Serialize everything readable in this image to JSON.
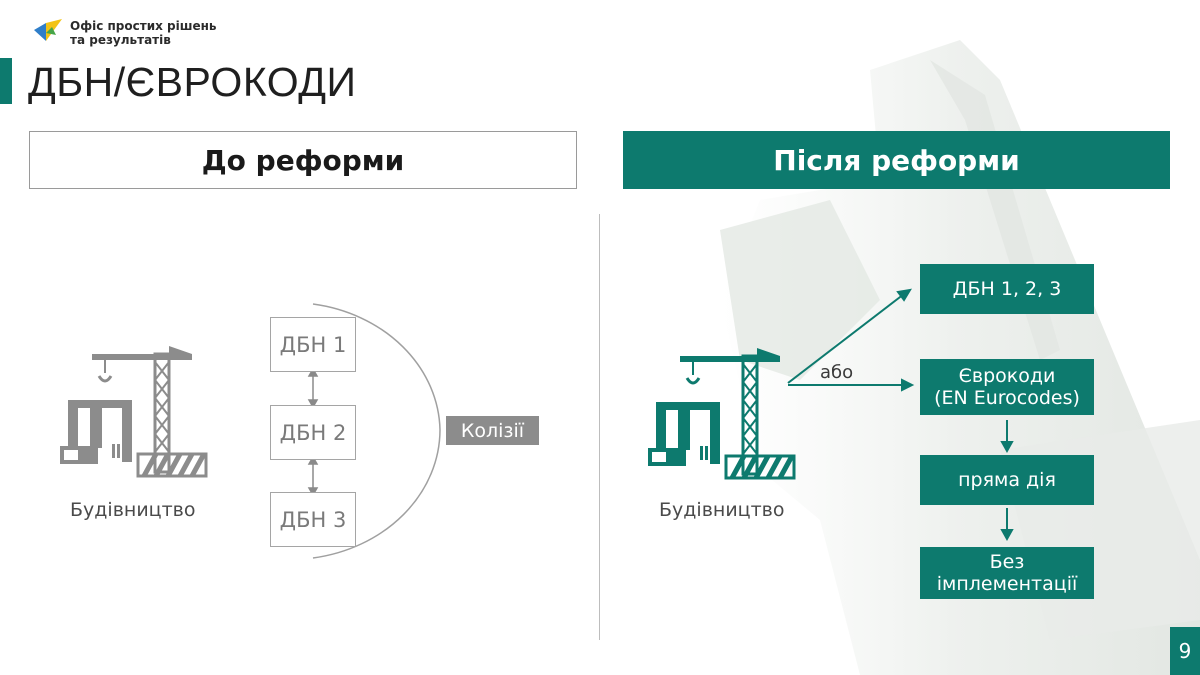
{
  "header": {
    "logo_line1": "Офіс простих рішень",
    "logo_line2": "та результатів",
    "title": "ДБН/ЄВРОКОДИ"
  },
  "before": {
    "heading": "До реформи",
    "caption": "Будівництво",
    "boxes": [
      "ДБН 1",
      "ДБН 2",
      "ДБН 3"
    ],
    "collision_label": "Колізії"
  },
  "after": {
    "heading": "Після реформи",
    "caption": "Будівництво",
    "or_label": "або",
    "option_dbn": "ДБН 1, 2, 3",
    "eurocodes_line1": "Єврокоди",
    "eurocodes_line2": "(EN Eurocodes)",
    "direct_action": "пряма дія",
    "no_impl_line1": "Без",
    "no_impl_line2": "імплементації"
  },
  "page_number": "9",
  "colors": {
    "accent": "#0d7a6e",
    "gray_icon": "#8c8c8c"
  }
}
